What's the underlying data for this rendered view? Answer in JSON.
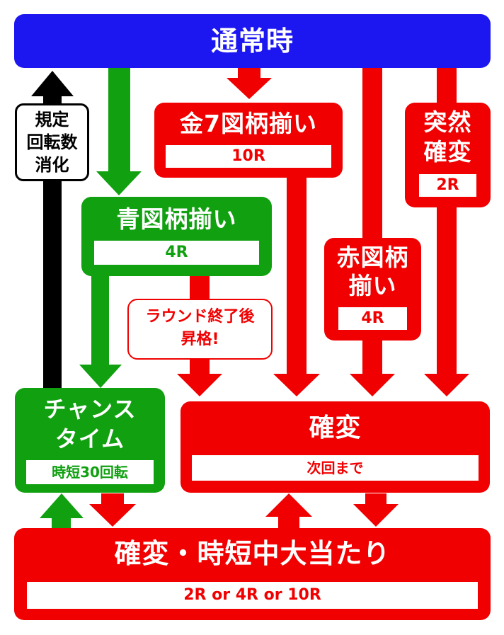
{
  "colors": {
    "red": "#f00000",
    "green": "#10a010",
    "blue": "#1c16f0",
    "black": "#000000"
  },
  "normal": {
    "title": "通常時"
  },
  "gold7": {
    "title": "金7図柄揃い",
    "rounds": "10R"
  },
  "sudden": {
    "title_line1": "突然",
    "title_line2": "確変",
    "rounds": "2R"
  },
  "blue_match": {
    "title": "青図柄揃い",
    "rounds": "4R"
  },
  "red_match": {
    "title_line1": "赤図柄",
    "title_line2": "揃い",
    "rounds": "4R"
  },
  "promotion_note": {
    "line1": "ラウンド終了後",
    "line2": "昇格!"
  },
  "rotation_note": {
    "line1": "規定",
    "line2": "回転数",
    "line3": "消化"
  },
  "chance": {
    "title_line1": "チャンス",
    "title_line2": "タイム",
    "sub": "時短30回転"
  },
  "kakuhen": {
    "title": "確変",
    "sub": "次回まで"
  },
  "jackpot": {
    "title": "確変・時短中大当たり",
    "sub": "2R or 4R or 10R"
  }
}
